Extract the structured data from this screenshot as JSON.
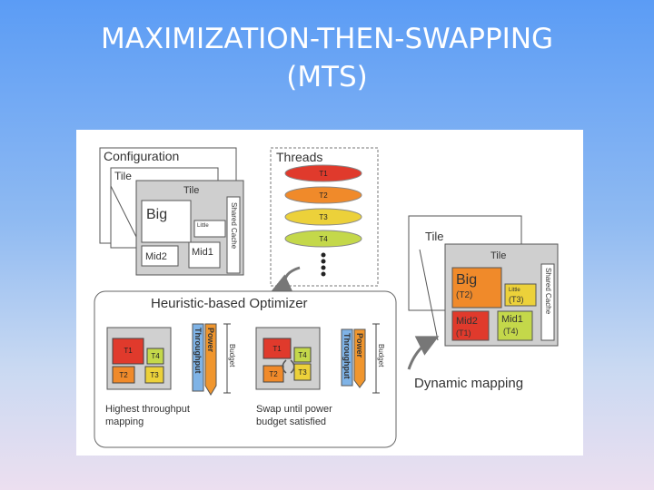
{
  "slide": {
    "title_line1": "MAXIMIZATION-THEN-SWAPPING",
    "title_line2": "(MTS)"
  },
  "figure": {
    "configuration": {
      "title": "Configuration",
      "tile_back": "Tile",
      "tile_front": "Tile",
      "big": "Big",
      "little": "Little",
      "mid2": "Mid2",
      "mid1": "Mid1",
      "shared_cache": "Shared Cache"
    },
    "threads": {
      "title": "Threads",
      "items": [
        {
          "label": "T1",
          "color": "#e03a2c"
        },
        {
          "label": "T2",
          "color": "#f08a2a"
        },
        {
          "label": "T3",
          "color": "#ecd13a"
        },
        {
          "label": "T4",
          "color": "#c4d84a"
        }
      ]
    },
    "optimizer": {
      "title": "Heuristic-based Optimizer",
      "left_panel": {
        "cells": [
          "T1",
          "T4",
          "T2",
          "T3"
        ],
        "bar_power": "Power",
        "bar_throughput": "Throughput",
        "budget": "Budget",
        "caption_line1": "Highest throughput",
        "caption_line2": "mapping"
      },
      "right_panel": {
        "cells": [
          "T1",
          "T4",
          "T2",
          "T3"
        ],
        "bar_power": "Power",
        "bar_throughput": "Throughput",
        "budget": "Budget",
        "caption_line1": "Swap until power",
        "caption_line2": "budget satisfied"
      }
    },
    "result": {
      "tile_back": "Tile",
      "tile_front": "Tile",
      "big": "Big",
      "big_thread": "(T2)",
      "little": "Little",
      "little_thread": "(T3)",
      "mid2": "Mid2",
      "mid2_thread": "(T1)",
      "mid1": "Mid1",
      "mid1_thread": "(T4)",
      "shared_cache": "Shared Cache",
      "dynamic_mapping": "Dynamic mapping"
    },
    "colors": {
      "red": "#e03a2c",
      "orange": "#f08a2a",
      "yellow": "#ecd13a",
      "green": "#c4d84a",
      "bar_blue": "#7fb3e6",
      "bar_orange": "#f0962e"
    }
  }
}
